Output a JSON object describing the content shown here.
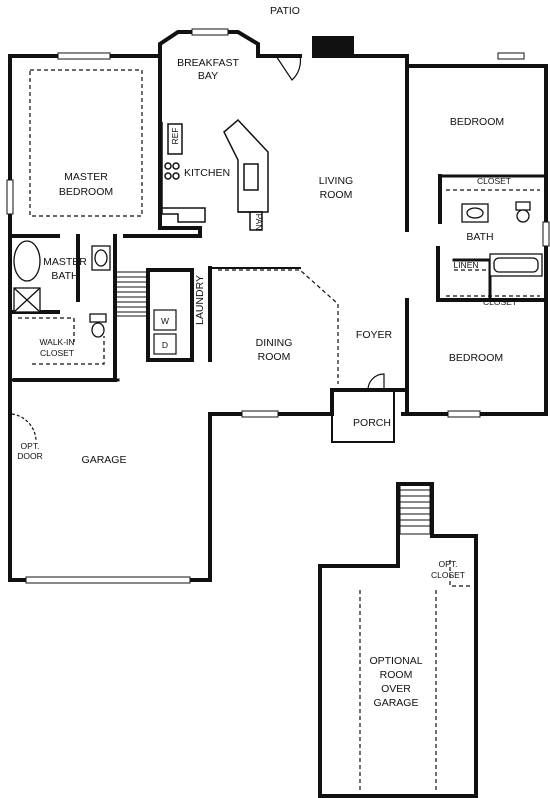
{
  "labels": {
    "patio": "PATIO",
    "breakfast_bay": [
      "BREAKFAST",
      "BAY"
    ],
    "kitchen": "KITCHEN",
    "ref": "REF",
    "pan": "PAN",
    "master_bedroom": [
      "MASTER",
      "BEDROOM"
    ],
    "master_bath": [
      "MASTER",
      "BATH"
    ],
    "walk_in_closet": [
      "WALK-IN",
      "CLOSET"
    ],
    "living_room": [
      "LIVING",
      "ROOM"
    ],
    "bedroom_1": "BEDROOM",
    "closet_1": "CLOSET",
    "bath": "BATH",
    "linen": "LINEN",
    "closet_2": "CLOSET",
    "bedroom_2": "BEDROOM",
    "laundry": "LAUNDRY",
    "washer": "W",
    "dryer": "D",
    "dining_room": [
      "DINING",
      "ROOM"
    ],
    "foyer": "FOYER",
    "porch": "PORCH",
    "opt_door": [
      "OPT.",
      "DOOR"
    ],
    "garage": "GARAGE",
    "opt_closet": [
      "OPT.",
      "CLOSET"
    ],
    "optional_room": [
      "OPTIONAL",
      "ROOM",
      "OVER",
      "GARAGE"
    ]
  }
}
